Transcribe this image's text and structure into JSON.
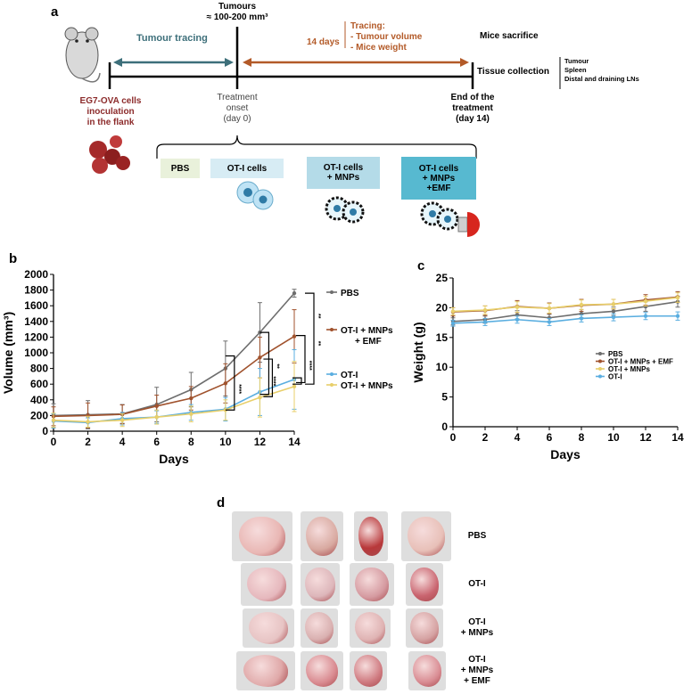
{
  "panels": {
    "a": "a",
    "b": "b",
    "c": "c",
    "d": "d"
  },
  "timeline": {
    "tumours_title": "Tumours",
    "tumours_size": "≈ 100-200 mm³",
    "tumour_tracing": "Tumour tracing",
    "days14": "14 days",
    "tracing": "Tracing:",
    "tracing_item1": "- Tumour volume",
    "tracing_item2": "- Mice weight",
    "mice_sacrifice": "Mice sacrifice",
    "tissue_collection": "Tissue collection",
    "tissue_items": [
      "Tumour",
      "Spleen",
      "Distal and draining LNs"
    ],
    "inoculation": [
      "EG7-OVA  cells",
      "inoculation",
      "in the flank"
    ],
    "treatment_onset": [
      "Treatment",
      "onset",
      "(day 0)"
    ],
    "end_treatment": [
      "End of the",
      "treatment",
      "(day 14)"
    ],
    "groups": [
      {
        "lines": [
          "PBS"
        ],
        "color": "#e9f1db"
      },
      {
        "lines": [
          "OT-I cells"
        ],
        "color": "#d7ecf4"
      },
      {
        "lines": [
          "OT-I cells",
          "+ MNPs"
        ],
        "color": "#b4dbe8"
      },
      {
        "lines": [
          "OT-I cells",
          "+ MNPs",
          "+EMF"
        ],
        "color": "#57b9d0"
      }
    ],
    "colors": {
      "tracing_arrow": "#3d6f7a",
      "days_arrow": "#b35a28",
      "days_text": "#b35a28",
      "tracing_text": "#3d6f7a",
      "inoculation_text": "#8c2b2b"
    }
  },
  "chart_data": [
    {
      "type": "line",
      "panel": "b",
      "xlabel": "Days",
      "ylabel": "Volume (mm³)",
      "x": [
        0,
        2,
        4,
        6,
        8,
        10,
        12,
        14
      ],
      "xlim": [
        0,
        14
      ],
      "ylim": [
        0,
        2000
      ],
      "xticks": [
        "0",
        "2",
        "4",
        "6",
        "8",
        "10",
        "12",
        "14"
      ],
      "yticks": [
        "0",
        "200",
        "400",
        "600",
        "800",
        "1000",
        "1200",
        "1400",
        "1600",
        "1800",
        "2000"
      ],
      "series": [
        {
          "name": "PBS",
          "color": "#6e6e6e",
          "values": [
            200,
            210,
            220,
            340,
            530,
            800,
            1260,
            1760
          ],
          "err": [
            150,
            180,
            120,
            220,
            220,
            350,
            380,
            50
          ]
        },
        {
          "name": "OT-I + MNPs + EMF",
          "label_lines": [
            "OT-I + MNPs",
            "+ EMF"
          ],
          "color": "#a0522d",
          "values": [
            190,
            200,
            215,
            320,
            420,
            610,
            940,
            1210
          ],
          "err": [
            120,
            160,
            120,
            140,
            150,
            250,
            260,
            340
          ]
        },
        {
          "name": "OT-I",
          "color": "#5aaee0",
          "values": [
            130,
            110,
            160,
            180,
            240,
            280,
            500,
            660
          ],
          "err": [
            90,
            60,
            80,
            80,
            100,
            150,
            300,
            380
          ]
        },
        {
          "name": "OT-I + MNPs",
          "color": "#e8cf6a",
          "values": [
            140,
            120,
            140,
            180,
            220,
            270,
            430,
            570
          ],
          "err": [
            90,
            70,
            80,
            90,
            100,
            130,
            250,
            320
          ]
        }
      ],
      "significance": [
        "****",
        "**",
        "****",
        "**",
        "**",
        "****"
      ]
    },
    {
      "type": "line",
      "panel": "c",
      "xlabel": "Days",
      "ylabel": "Weight (g)",
      "x": [
        0,
        2,
        4,
        6,
        8,
        10,
        12,
        14
      ],
      "xlim": [
        0,
        14
      ],
      "ylim": [
        0,
        25
      ],
      "xticks": [
        "0",
        "2",
        "4",
        "6",
        "8",
        "10",
        "12",
        "14"
      ],
      "yticks": [
        "0",
        "5",
        "10",
        "15",
        "20",
        "25"
      ],
      "legend_position": "right",
      "series": [
        {
          "name": "PBS",
          "color": "#6e6e6e",
          "values": [
            17.7,
            18.0,
            18.8,
            18.3,
            19.0,
            19.4,
            20.2,
            21.0
          ],
          "err": [
            0.6,
            0.6,
            0.7,
            0.6,
            0.7,
            0.7,
            0.8,
            0.9
          ]
        },
        {
          "name": "OT-I + MNPs + EMF",
          "color": "#a0522d",
          "values": [
            19.3,
            19.5,
            20.2,
            19.9,
            20.4,
            20.6,
            21.3,
            21.8
          ],
          "err": [
            0.7,
            0.8,
            1.0,
            0.9,
            1.0,
            0.8,
            0.9,
            0.9
          ]
        },
        {
          "name": "OT-I + MNPs",
          "color": "#e8cf6a",
          "values": [
            19.4,
            19.6,
            20.1,
            19.9,
            20.5,
            20.6,
            21.1,
            21.7
          ],
          "err": [
            0.6,
            0.7,
            0.9,
            0.8,
            0.8,
            0.8,
            0.8,
            0.8
          ]
        },
        {
          "name": "OT-I",
          "color": "#5aaee0",
          "values": [
            17.4,
            17.6,
            18.0,
            17.6,
            18.2,
            18.4,
            18.6,
            18.6
          ],
          "err": [
            0.5,
            0.6,
            0.6,
            0.6,
            0.6,
            0.6,
            0.6,
            0.7
          ]
        }
      ]
    }
  ],
  "photos": {
    "rows": [
      {
        "label_lines": [
          "PBS"
        ],
        "count": 4
      },
      {
        "label_lines": [
          "OT-I"
        ],
        "count": 4
      },
      {
        "label_lines": [
          "OT-I",
          "+ MNPs"
        ],
        "count": 4
      },
      {
        "label_lines": [
          "OT-I",
          "+ MNPs",
          "+ EMF"
        ],
        "count": 4
      }
    ]
  }
}
